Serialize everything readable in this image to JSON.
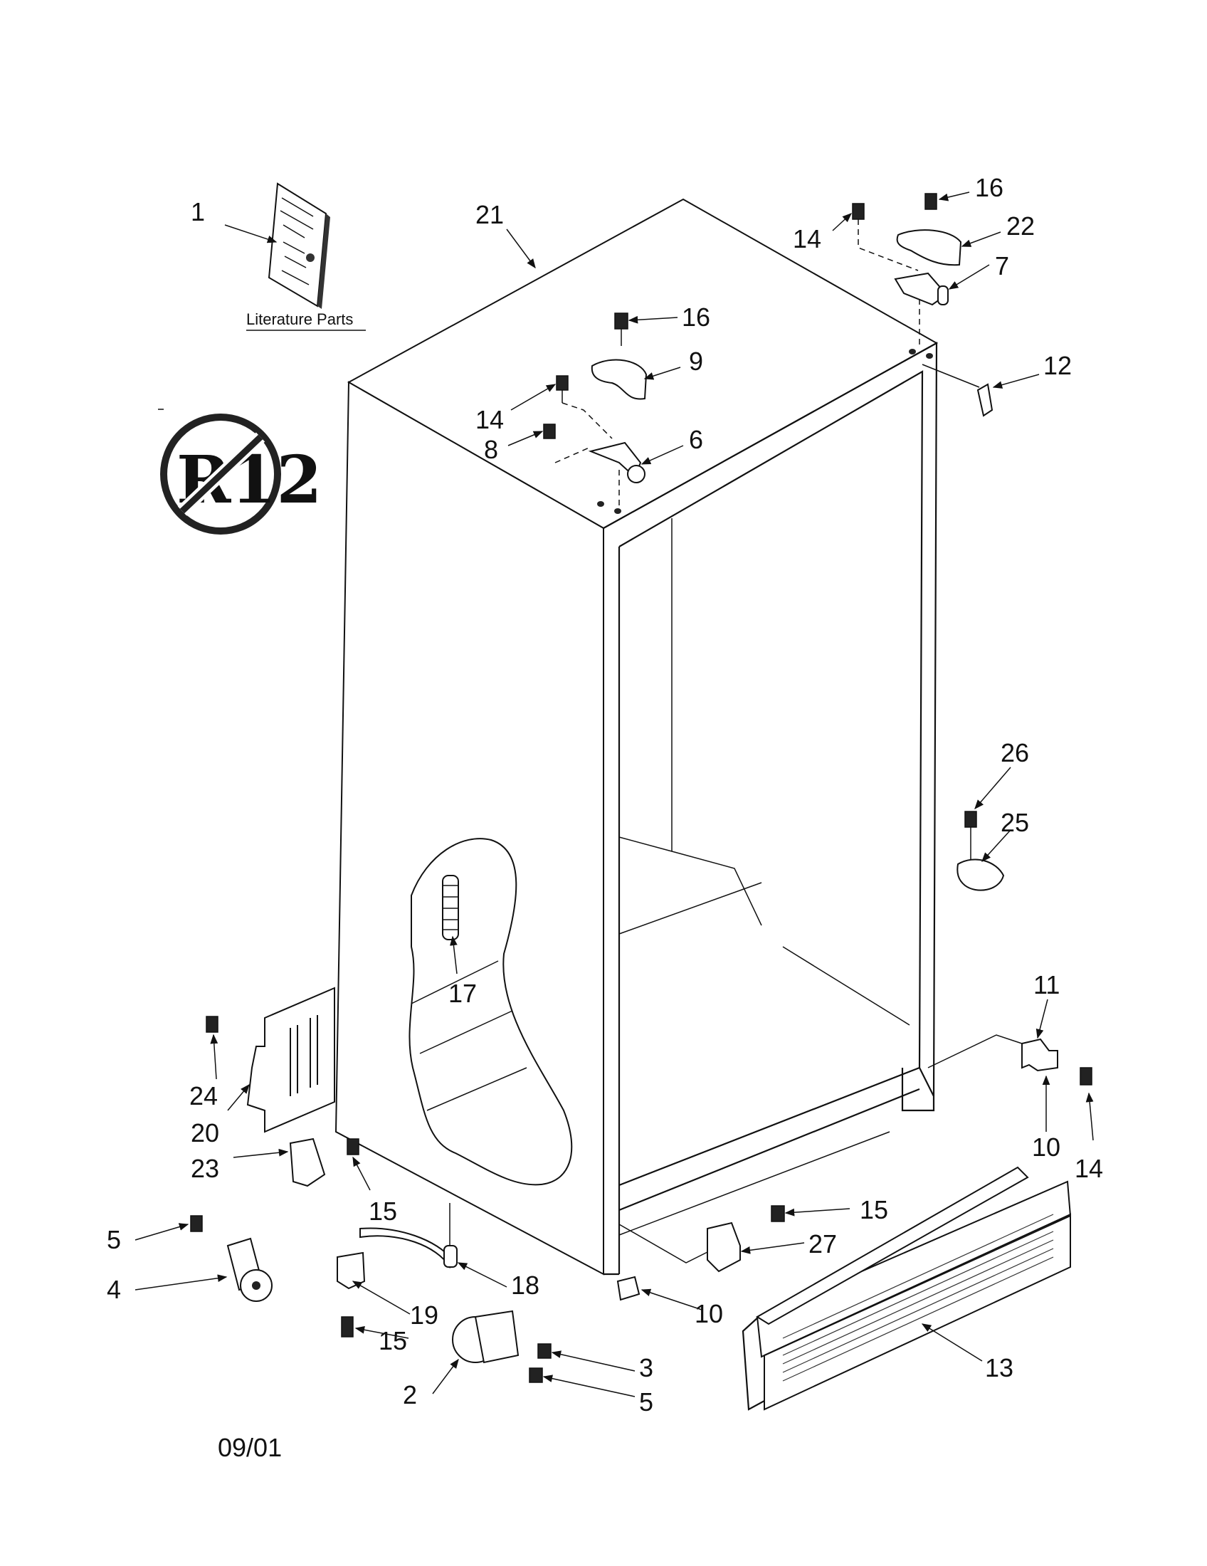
{
  "literature_label": "Literature Parts",
  "r12_symbol": "R12",
  "date_code": "09/01",
  "callouts": {
    "c1": "1",
    "c21": "21",
    "c16a": "16",
    "c14a": "14",
    "c22": "22",
    "c7": "7",
    "c16b": "16",
    "c9": "9",
    "c14b": "14",
    "c8": "8",
    "c6": "6",
    "c12": "12",
    "c26": "26",
    "c25": "25",
    "c17": "17",
    "c11": "11",
    "c10a": "10",
    "c14c": "14",
    "c24": "24",
    "c20": "20",
    "c23": "23",
    "c15a": "15",
    "c15b": "15",
    "c27": "27",
    "c5a": "5",
    "c4": "4",
    "c18": "18",
    "c19": "19",
    "c10b": "10",
    "c15c": "15",
    "c3": "3",
    "c2": "2",
    "c5b": "5",
    "c13": "13"
  }
}
